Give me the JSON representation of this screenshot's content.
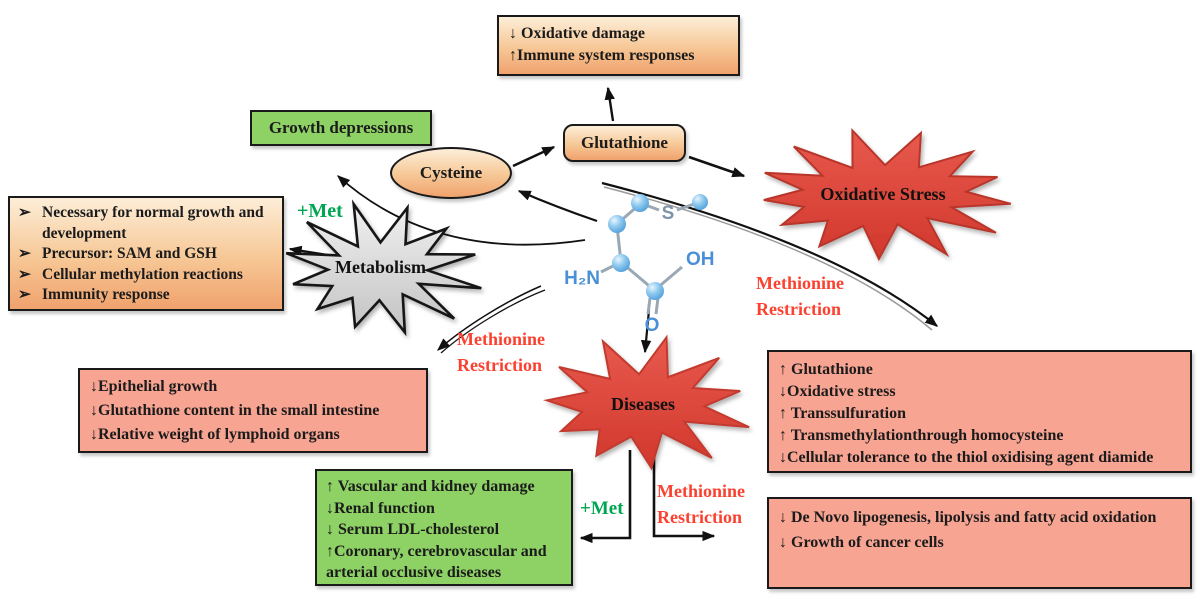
{
  "boxes": {
    "top_effects": {
      "lines": [
        "↓ Oxidative damage",
        "↑Immune system responses"
      ]
    },
    "growth_depressions": {
      "label": "Growth depressions"
    },
    "met_functions": {
      "bullet": "➢",
      "items": [
        "Necessary for normal growth and development",
        "Precursor: SAM and GSH",
        "Cellular methylation reactions",
        "Immunity response"
      ]
    },
    "mr_left_effects": {
      "lines": [
        "↓Epithelial growth",
        "↓Glutathione content in the small intestine",
        "↓Relative weight of lymphoid organs"
      ]
    },
    "mr_right_effects": {
      "lines": [
        "↑ Glutathione",
        "↓Oxidative stress",
        "↑ Transsulfuration",
        "↑ Transmethylationthrough homocysteine",
        "↓Cellular tolerance to the thiol oxidising agent diamide"
      ]
    },
    "plus_met_effects": {
      "lines": [
        "↑ Vascular and kidney damage",
        "↓Renal function",
        "↓ Serum LDL-cholesterol",
        "↑Coronary, cerebrovascular and arterial occlusive diseases"
      ]
    },
    "mr_bottom_right_effects": {
      "lines": [
        "↓  De Novo lipogenesis, lipolysis and fatty acid oxidation",
        "↓ Growth of cancer cells"
      ]
    }
  },
  "nodes": {
    "cysteine": "Cysteine",
    "glutathione": "Glutathione",
    "metabolism": "Metabolism",
    "oxidative_stress": "Oxidative Stress",
    "diseases": "Diseases"
  },
  "labels": {
    "plus_met_upper": "+Met",
    "plus_met_lower": "+Met",
    "mr_center": "Methionine Restriction",
    "mr_right": "Methionine Restriction",
    "mr_bottom": "Methionine Restriction"
  },
  "molecule": {
    "amine": "H₂N",
    "sulfur": "S",
    "hydroxyl": "OH",
    "oxygen": "O"
  },
  "colors": {
    "burst_red": "#dd4a3f",
    "burst_red_stroke": "#b8362c",
    "box_green": "#8ed266",
    "box_pink": "#f8a492",
    "plus_met_green": "#00a651",
    "restriction_red": "#fb4231",
    "molecule_blue": "#4a90d6"
  }
}
